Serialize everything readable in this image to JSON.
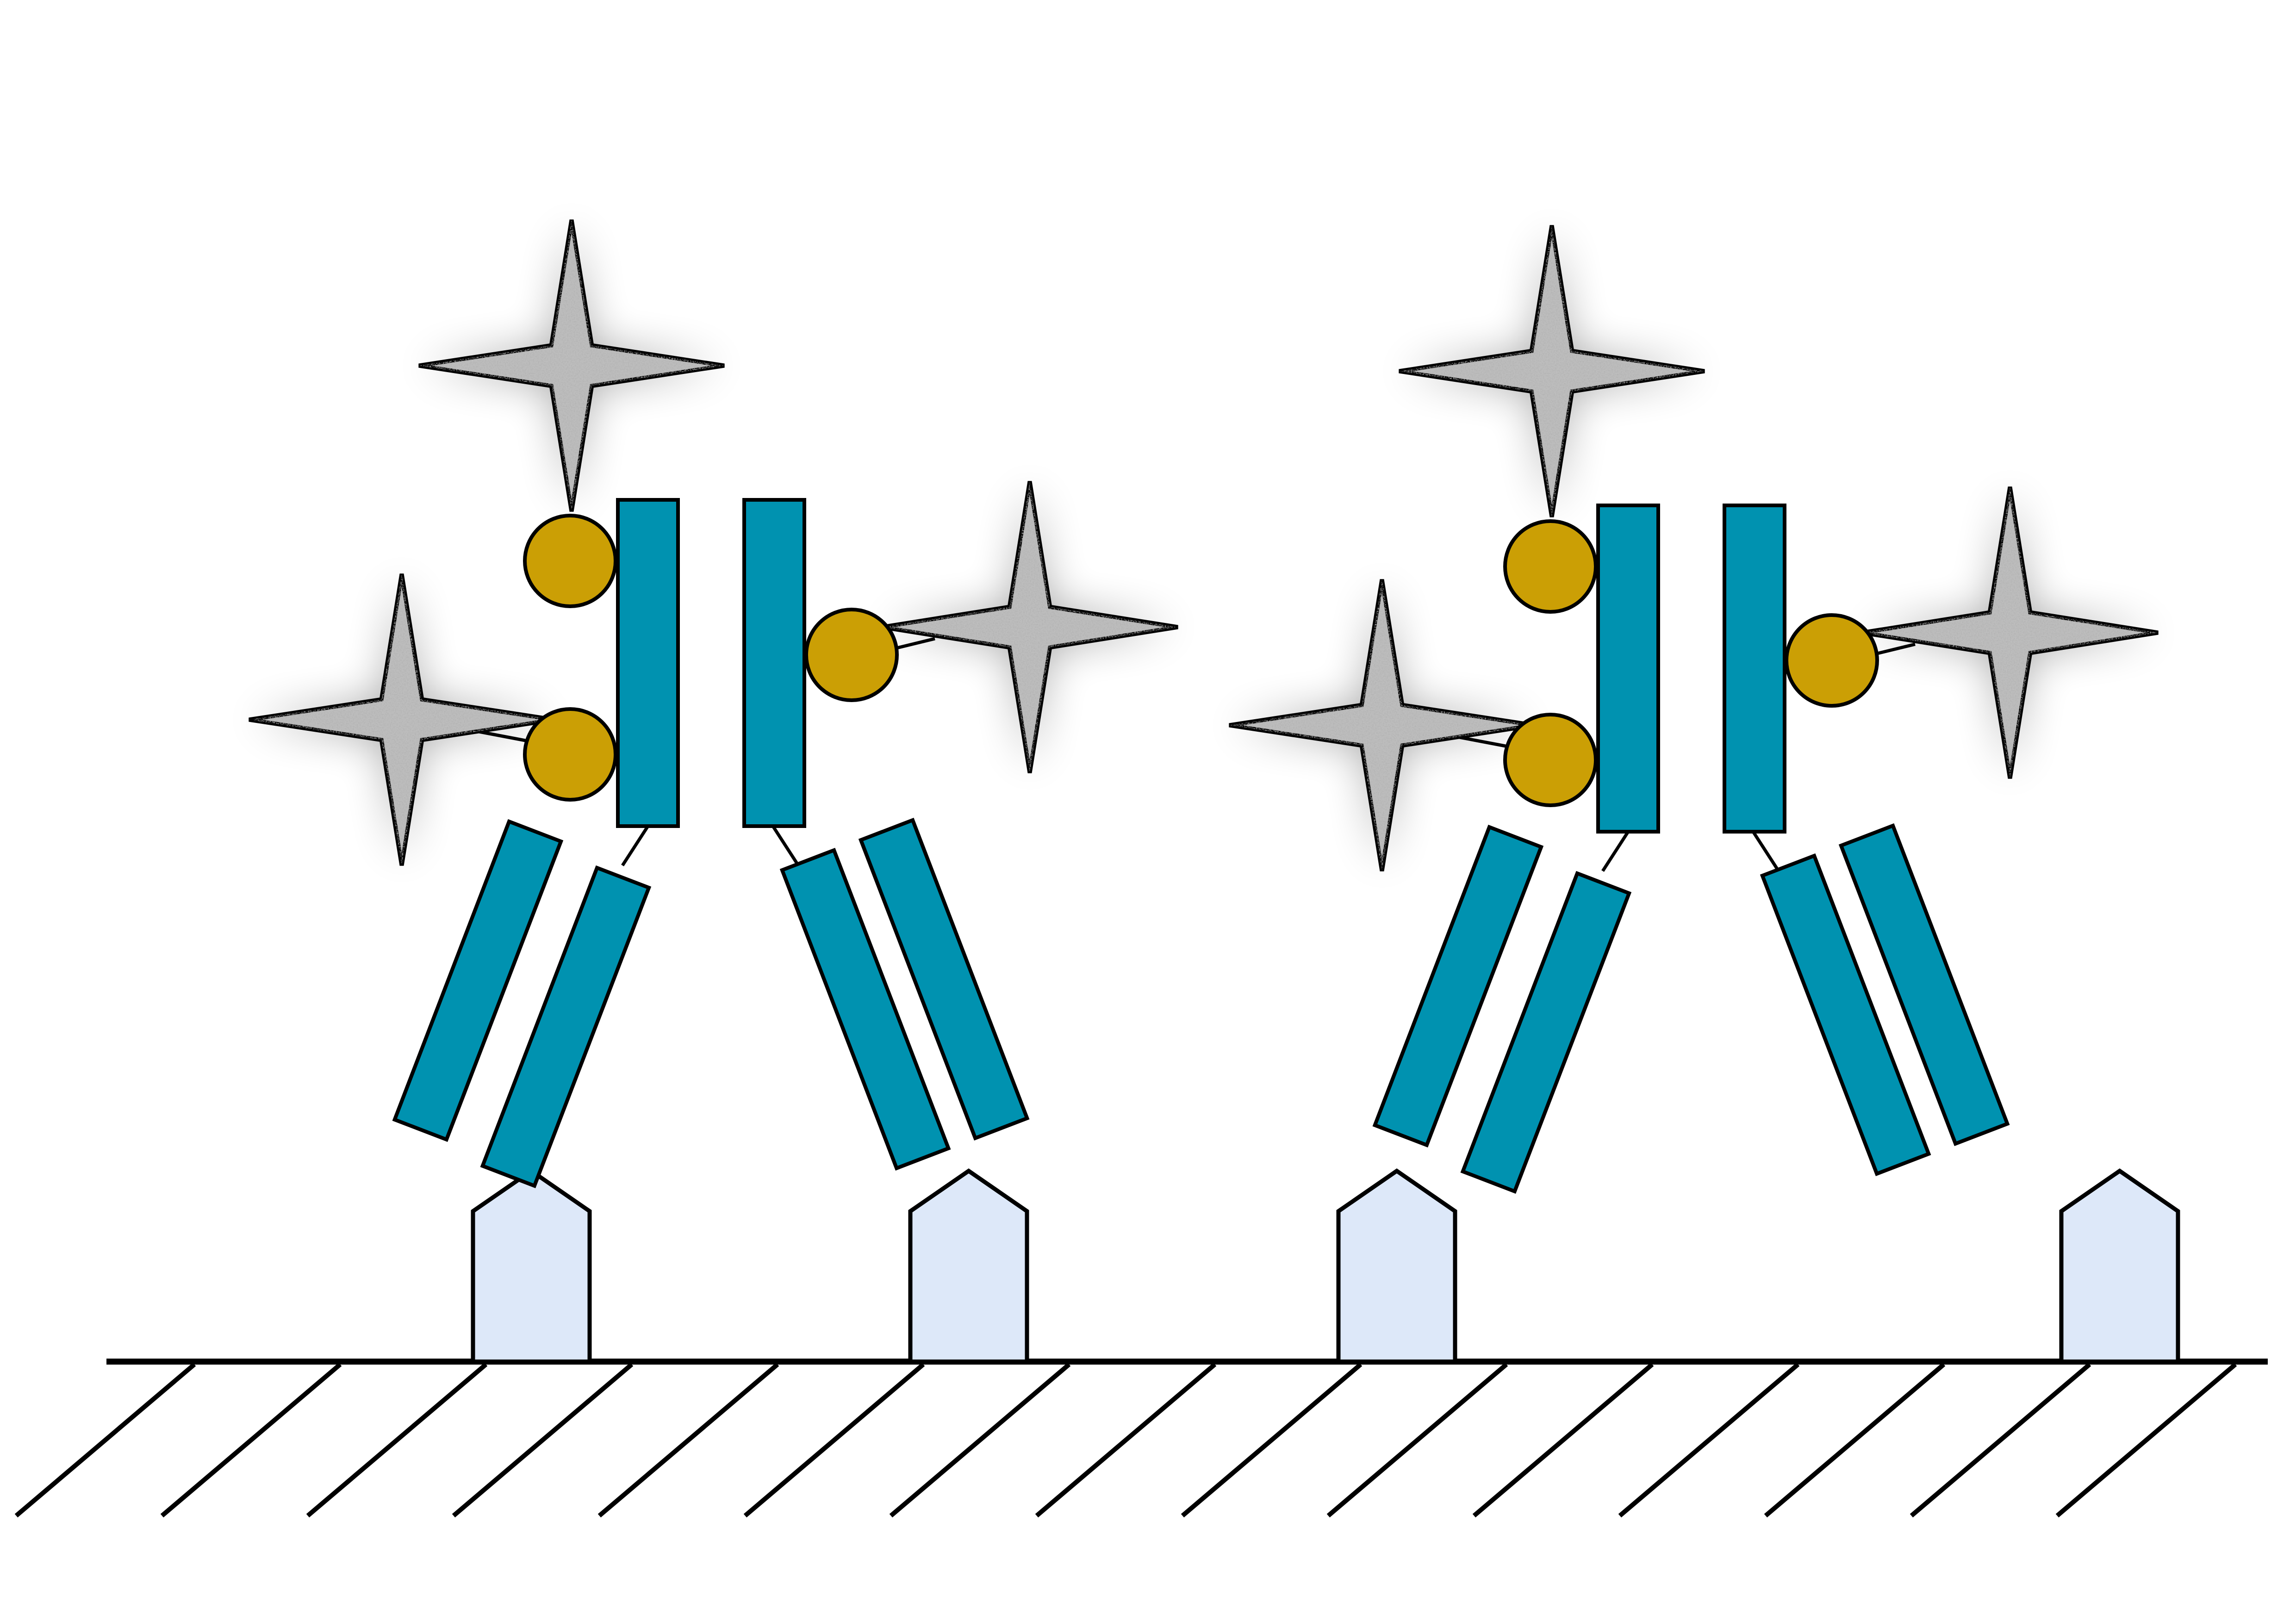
{
  "diagram": {
    "colors": {
      "background": "#ffffff",
      "antibody_domain": "#0092b0",
      "bead": "#cb9f05",
      "star": "#bdbdbd",
      "star_speckle": "#7a7a7a",
      "glow": "#000000",
      "antigen": "#dde8f9",
      "outline": "#000000"
    },
    "antibodies": [
      {
        "name": "left-antibody",
        "bound_to_antigen": true
      },
      {
        "name": "right-antibody",
        "bound_to_antigen": false
      }
    ],
    "antigens": [
      "antigen-1",
      "antigen-2",
      "antigen-3",
      "antigen-4"
    ],
    "labels_per_antibody": 3
  }
}
